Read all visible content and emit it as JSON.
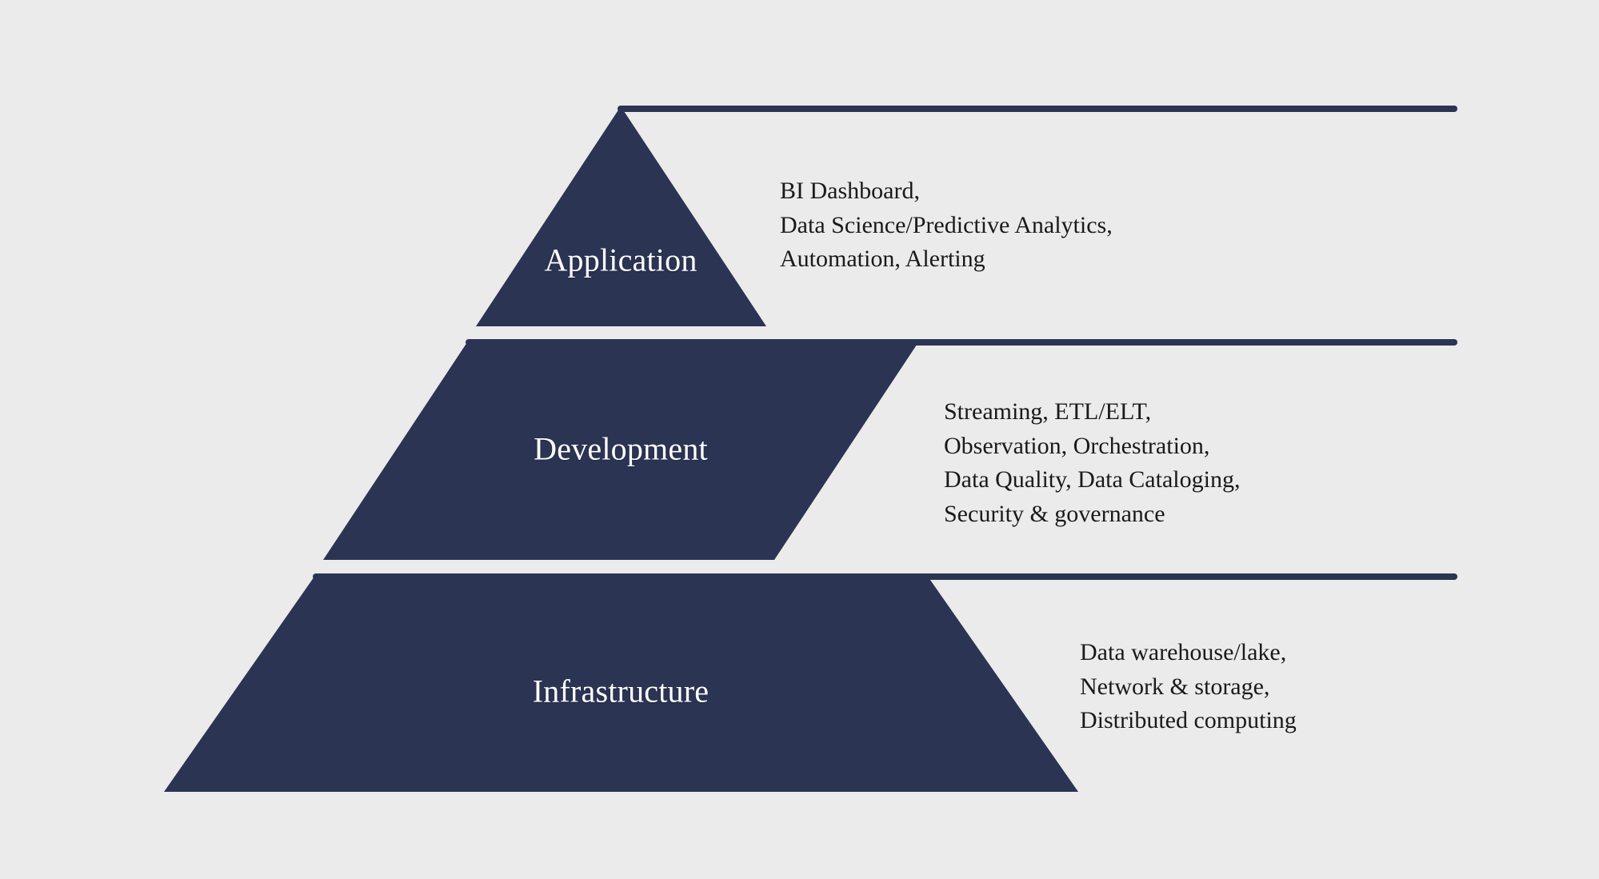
{
  "diagram": {
    "type": "pyramid",
    "background_color": "#ebebeb",
    "fill_color": "#2b3453",
    "label_color": "#ffffff",
    "description_color": "#1a1a1a",
    "tiers": [
      {
        "id": "application",
        "label": "Application",
        "description": "BI Dashboard,\nData Science/Predictive Analytics,\nAutomation, Alerting",
        "level": 1
      },
      {
        "id": "development",
        "label": "Development",
        "description": "Streaming, ETL/ELT,\nObservation, Orchestration,\nData Quality, Data Cataloging,\nSecurity & governance",
        "level": 2
      },
      {
        "id": "infrastructure",
        "label": "Infrastructure",
        "description": "Data warehouse/lake,\nNetwork & storage,\nDistributed computing",
        "level": 3
      }
    ]
  },
  "chart_data": {
    "type": "pyramid",
    "title": "",
    "categories": [
      "Application",
      "Development",
      "Infrastructure"
    ],
    "values": [
      1,
      2,
      3
    ],
    "annotations": [
      "BI Dashboard, Data Science/Predictive Analytics, Automation, Alerting",
      "Streaming, ETL/ELT, Observation, Orchestration, Data Quality, Data Cataloging, Security & governance",
      "Data warehouse/lake, Network & storage, Distributed computing"
    ],
    "xlabel": "",
    "ylabel": "",
    "grid": false,
    "legend": "none"
  }
}
